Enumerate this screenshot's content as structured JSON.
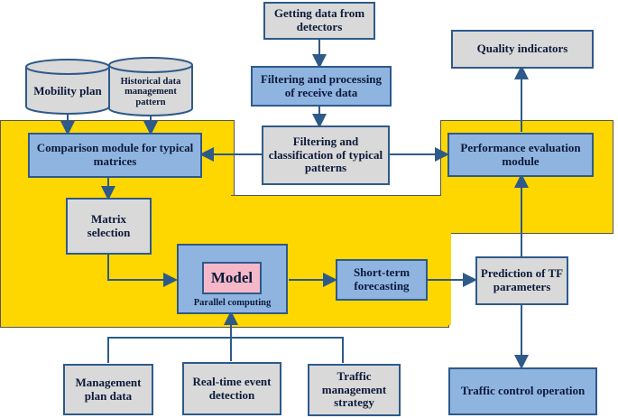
{
  "nodes": {
    "detectors": "Getting data from detectors",
    "filtering_processing": "Filtering and processing of receive data",
    "quality": "Quality indicators",
    "mobility": "Mobility plan",
    "historical": "Historical data management pattern",
    "comparison": "Comparison module for typical matrices",
    "classification": "Filtering and classification of typical patterns",
    "performance": "Performance evaluation module",
    "matrix": "Matrix selection",
    "model": "Model",
    "parallel": "Parallel computing",
    "shortterm": "Short-term forecasting",
    "prediction": "Prediction of TF parameters",
    "management_plan": "Management plan data",
    "realtime": "Real-time event detection",
    "traffic_mgmt": "Traffic management strategy",
    "traffic_control": "Traffic control operation"
  },
  "colors": {
    "yellow": "#ffd700",
    "gray": "#d9d9d9",
    "blue": "#8fb4e0",
    "pink": "#f4b8c8",
    "line": "#2e5a8a"
  }
}
